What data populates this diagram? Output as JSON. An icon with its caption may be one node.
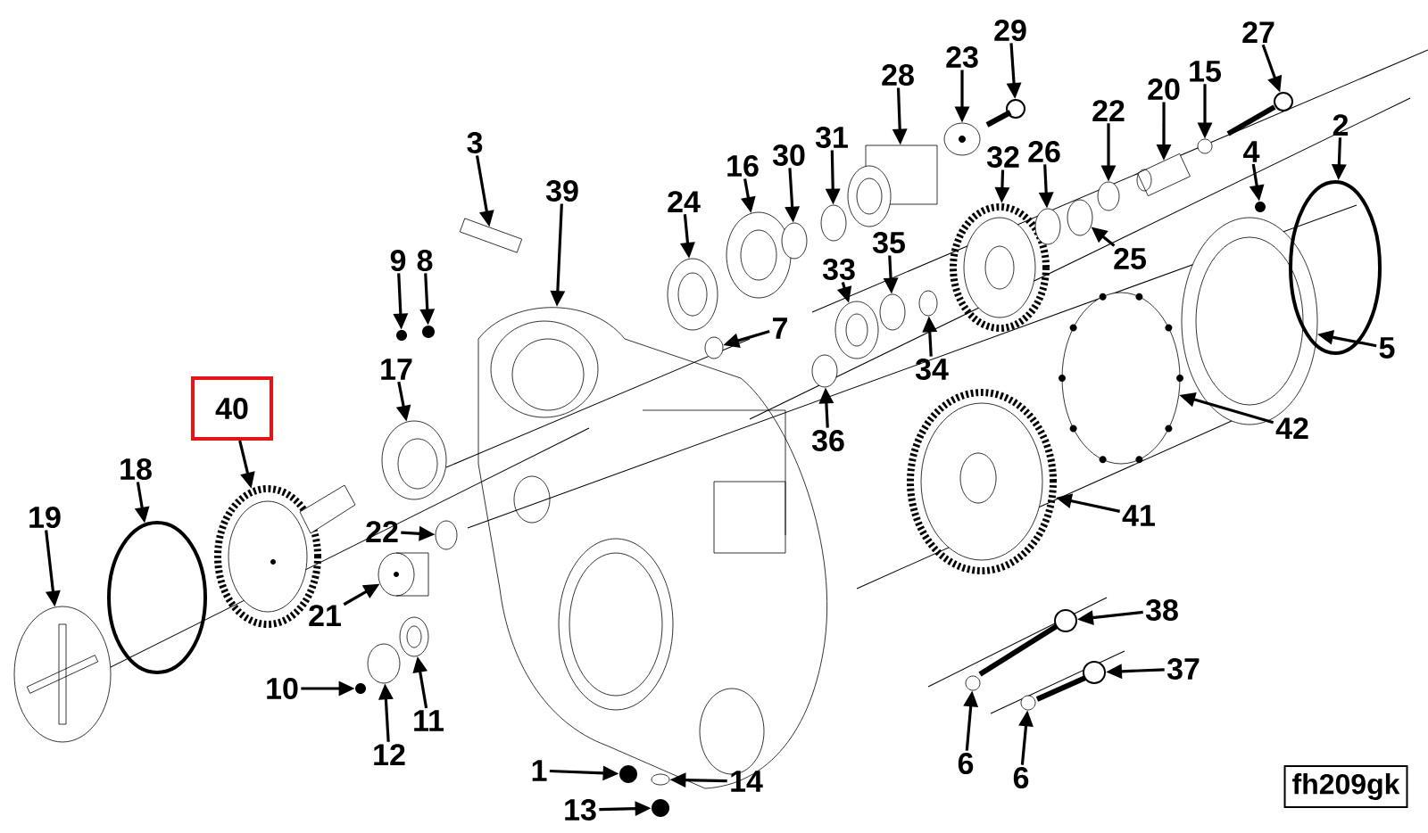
{
  "diagram": {
    "nodes": [
      {
        "text": [
          "29"
        ]
      },
      {
        "text": [
          "27"
        ]
      },
      {
        "text": [
          "23"
        ]
      },
      {
        "text": [
          "28"
        ]
      },
      {
        "text": [
          "15"
        ]
      },
      {
        "text": [
          "20"
        ]
      },
      {
        "text": [
          "22"
        ]
      },
      {
        "text": [
          "2"
        ]
      },
      {
        "text": [
          "3"
        ]
      },
      {
        "text": [
          "31"
        ]
      },
      {
        "text": [
          "4"
        ]
      },
      {
        "text": [
          "26"
        ]
      },
      {
        "text": [
          "32"
        ]
      },
      {
        "text": [
          "30"
        ]
      },
      {
        "text": [
          "16"
        ]
      },
      {
        "text": [
          "39"
        ]
      },
      {
        "text": [
          "24"
        ]
      },
      {
        "text": [
          "35"
        ]
      },
      {
        "text": [
          "25"
        ]
      },
      {
        "text": [
          "9"
        ]
      },
      {
        "text": [
          "8"
        ]
      },
      {
        "text": [
          "33"
        ]
      },
      {
        "text": [
          "7"
        ]
      },
      {
        "text": [
          "5"
        ]
      },
      {
        "text": [
          "34"
        ]
      },
      {
        "text": [
          "17"
        ]
      },
      {
        "text": [
          "40"
        ]
      },
      {
        "text": [
          "42"
        ]
      },
      {
        "text": [
          "36"
        ]
      },
      {
        "text": [
          "18"
        ]
      },
      {
        "text": [
          "19"
        ]
      },
      {
        "text": [
          "41"
        ]
      },
      {
        "text": [
          "22"
        ]
      },
      {
        "text": [
          "38"
        ]
      },
      {
        "text": [
          "21"
        ]
      },
      {
        "text": [
          "37"
        ]
      },
      {
        "text": [
          "10"
        ]
      },
      {
        "text": [
          "11"
        ]
      },
      {
        "text": [
          "12"
        ]
      },
      {
        "text": [
          "6"
        ]
      },
      {
        "text": [
          "1"
        ]
      },
      {
        "text": [
          "6"
        ]
      },
      {
        "text": [
          "14"
        ]
      },
      {
        "text": [
          "fh209gk"
        ]
      },
      {
        "text": [
          "13"
        ]
      },
      {
        "text": [],
        "shape": "circle"
      },
      {
        "text": [],
        "shape": "circle"
      },
      {
        "text": [],
        "shape": "picture"
      },
      {
        "text": [],
        "shape": "circle"
      },
      {
        "text": [],
        "shape": "circle"
      },
      {
        "text": [],
        "shape": "picture"
      },
      {
        "text": [],
        "shape": "circle"
      },
      {
        "text": [],
        "shape": "circle"
      },
      {
        "text": [],
        "shape": "picture"
      },
      {
        "text": [],
        "shape": "circle"
      },
      {
        "text": [],
        "shape": "circle"
      },
      {
        "text": [],
        "shape": "picture"
      },
      {
        "text": [],
        "shape": "circle"
      },
      {
        "text": [],
        "shape": "picture"
      },
      {
        "text": [],
        "shape": "circle"
      },
      {
        "text": [],
        "shape": "circle"
      },
      {
        "text": [],
        "shape": "picture"
      },
      {
        "text": [],
        "shape": "circle"
      },
      {
        "text": [],
        "shape": "picture"
      },
      {
        "text": [],
        "shape": "circle"
      },
      {
        "text": [],
        "shape": "circle"
      },
      {
        "text": [],
        "shape": "circle"
      },
      {
        "text": [],
        "shape": "picture"
      },
      {
        "text": [],
        "shape": "box"
      },
      {
        "text": [],
        "shape": "circle"
      },
      {
        "text": [],
        "shape": "circle"
      },
      {
        "text": [],
        "shape": "circle"
      },
      {
        "text": [],
        "shape": "circle"
      },
      {
        "text": [],
        "shape": "picture"
      },
      {
        "text": [],
        "shape": "picture"
      },
      {
        "text": [],
        "shape": "picture"
      },
      {
        "text": [],
        "shape": "picture"
      },
      {
        "text": [],
        "shape": "circle"
      },
      {
        "text": [],
        "shape": "circle"
      },
      {
        "text": [],
        "shape": "picture"
      },
      {
        "text": [],
        "shape": "circle"
      },
      {
        "text": [],
        "shape": "circle"
      },
      {
        "text": [],
        "shape": "circle"
      },
      {
        "text": [],
        "shape": "picture"
      },
      {
        "text": [],
        "shape": "circle"
      },
      {
        "text": [],
        "shape": "picture"
      },
      {
        "text": [],
        "shape": "picture"
      },
      {
        "text": [],
        "shape": "circle"
      },
      {
        "text": [],
        "shape": "circle"
      }
    ],
    "edges": [
      {
        "from": 0,
        "to": 75,
        "arrow": "to"
      },
      {
        "from": 1,
        "to": 86,
        "arrow": "to"
      },
      {
        "from": 2,
        "to": 71,
        "arrow": "to"
      },
      {
        "from": 3,
        "to": 68,
        "arrow": "to"
      },
      {
        "from": 4,
        "to": 84,
        "arrow": "to"
      },
      {
        "from": 5,
        "to": 83,
        "arrow": "to"
      },
      {
        "from": 6,
        "to": 81,
        "arrow": "to"
      },
      {
        "from": 7,
        "to": 88,
        "arrow": "to"
      },
      {
        "from": 8,
        "to": 56,
        "arrow": "to"
      },
      {
        "from": 9,
        "to": 66,
        "arrow": "to"
      },
      {
        "from": 10,
        "to": 87,
        "arrow": "to"
      },
      {
        "from": 11,
        "to": 78,
        "arrow": "to"
      },
      {
        "from": 12,
        "to": 74,
        "arrow": "to"
      },
      {
        "from": 13,
        "to": 64,
        "arrow": "to"
      },
      {
        "from": 14,
        "to": 63,
        "arrow": "to"
      },
      {
        "from": 15,
        "to": 58,
        "arrow": "to"
      },
      {
        "from": 16,
        "to": 61,
        "arrow": "to"
      },
      {
        "from": 17,
        "to": 69,
        "arrow": "to"
      },
      {
        "from": 18,
        "to": 80,
        "arrow": "to"
      },
      {
        "from": 19,
        "to": 51,
        "arrow": "to"
      },
      {
        "from": 20,
        "to": 54,
        "arrow": "to"
      },
      {
        "from": 21,
        "to": 67,
        "arrow": "to"
      },
      {
        "from": 22,
        "to": 62,
        "arrow": "to"
      },
      {
        "from": 23,
        "to": 85,
        "arrow": "to"
      },
      {
        "from": 24,
        "to": 70,
        "arrow": "to"
      },
      {
        "from": 25,
        "to": 53,
        "arrow": "to"
      },
      {
        "from": 26,
        "to": 47,
        "arrow": "to"
      },
      {
        "from": 27,
        "to": 82,
        "arrow": "to"
      },
      {
        "from": 28,
        "to": 65,
        "arrow": "to"
      },
      {
        "from": 29,
        "to": 46,
        "arrow": "to"
      },
      {
        "from": 30,
        "to": 45,
        "arrow": "to"
      },
      {
        "from": 31,
        "to": 73,
        "arrow": "to"
      },
      {
        "from": 32,
        "to": 55,
        "arrow": "to"
      },
      {
        "from": 33,
        "to": 76,
        "arrow": "to"
      },
      {
        "from": 34,
        "to": 50,
        "arrow": "to"
      },
      {
        "from": 35,
        "to": 79,
        "arrow": "to"
      },
      {
        "from": 36,
        "to": 48,
        "arrow": "to"
      },
      {
        "from": 37,
        "to": 52,
        "arrow": "to"
      },
      {
        "from": 38,
        "to": 49,
        "arrow": "to"
      },
      {
        "from": 39,
        "to": 72,
        "arrow": "to"
      },
      {
        "from": 40,
        "to": 57,
        "arrow": "to"
      },
      {
        "from": 41,
        "to": 77,
        "arrow": "to"
      },
      {
        "from": 42,
        "to": 59,
        "arrow": "to"
      },
      {
        "from": 44,
        "to": 60,
        "arrow": "to"
      }
    ]
  }
}
